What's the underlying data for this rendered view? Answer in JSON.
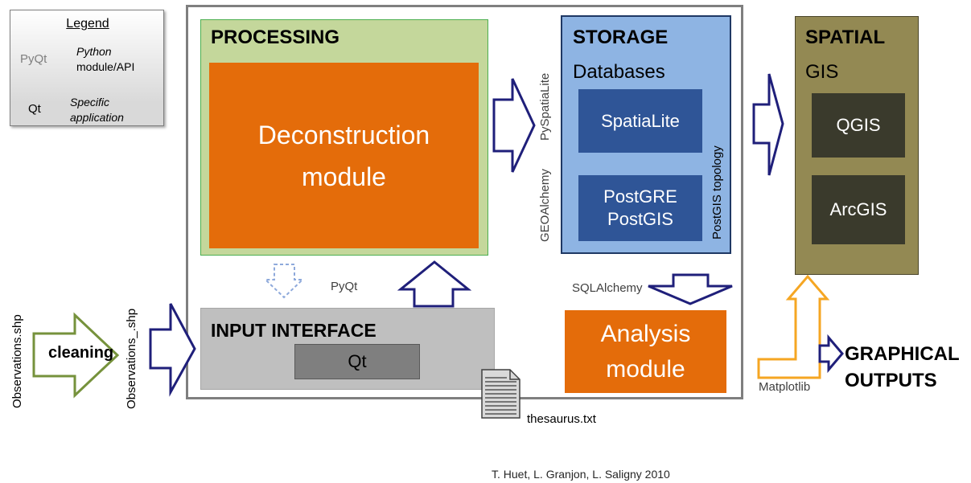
{
  "legend": {
    "title": "Legend",
    "items": [
      {
        "key": "PyQt",
        "value_line1": "Python",
        "value_line2": "module/API"
      },
      {
        "key": "Qt",
        "value_line1": "Specific",
        "value_line2": "application"
      }
    ]
  },
  "processing": {
    "title": "PROCESSING",
    "module_line1": "Deconstruction",
    "module_line2": "module"
  },
  "storage": {
    "title": "STORAGE",
    "subtitle": "Databases",
    "db1": "SpatiaLite",
    "db2_line1": "PostGRE",
    "db2_line2": "PostGIS",
    "topology_label": "PostGIS topology"
  },
  "connectors": {
    "pyspatialite": "PySpatiaLite",
    "geoalchemy": "GEOAlchemy",
    "pyqt": "PyQt",
    "sqlalchemy": "SQLAlchemy",
    "matplotlib": "Matplotlib"
  },
  "input_interface": {
    "title": "INPUT INTERFACE",
    "app": "Qt"
  },
  "analysis": {
    "line1": "Analysis",
    "line2": "module"
  },
  "spatial": {
    "title": "SPATIAL",
    "subtitle": "GIS",
    "app1": "QGIS",
    "app2": "ArcGIS"
  },
  "outputs": {
    "line1": "GRAPHICAL",
    "line2": "OUTPUTS"
  },
  "files": {
    "observations": "Observations.shp",
    "observations_clean": "Observations_.shp",
    "thesaurus": "thesaurus.txt"
  },
  "cleaning": "cleaning",
  "credit": "T. Huet, L. Granjon, L. Saligny 2010",
  "colors": {
    "processing_bg": "#c4d79b",
    "module_orange": "#e46c0a",
    "storage_bg": "#8eb4e3",
    "db_blue": "#2f5597",
    "input_bg": "#bfbfbf",
    "spatial_bg": "#938953",
    "arrow_navy": "#1f1f7a",
    "arrow_green": "#76923c",
    "arrow_orange": "#f5a623"
  }
}
